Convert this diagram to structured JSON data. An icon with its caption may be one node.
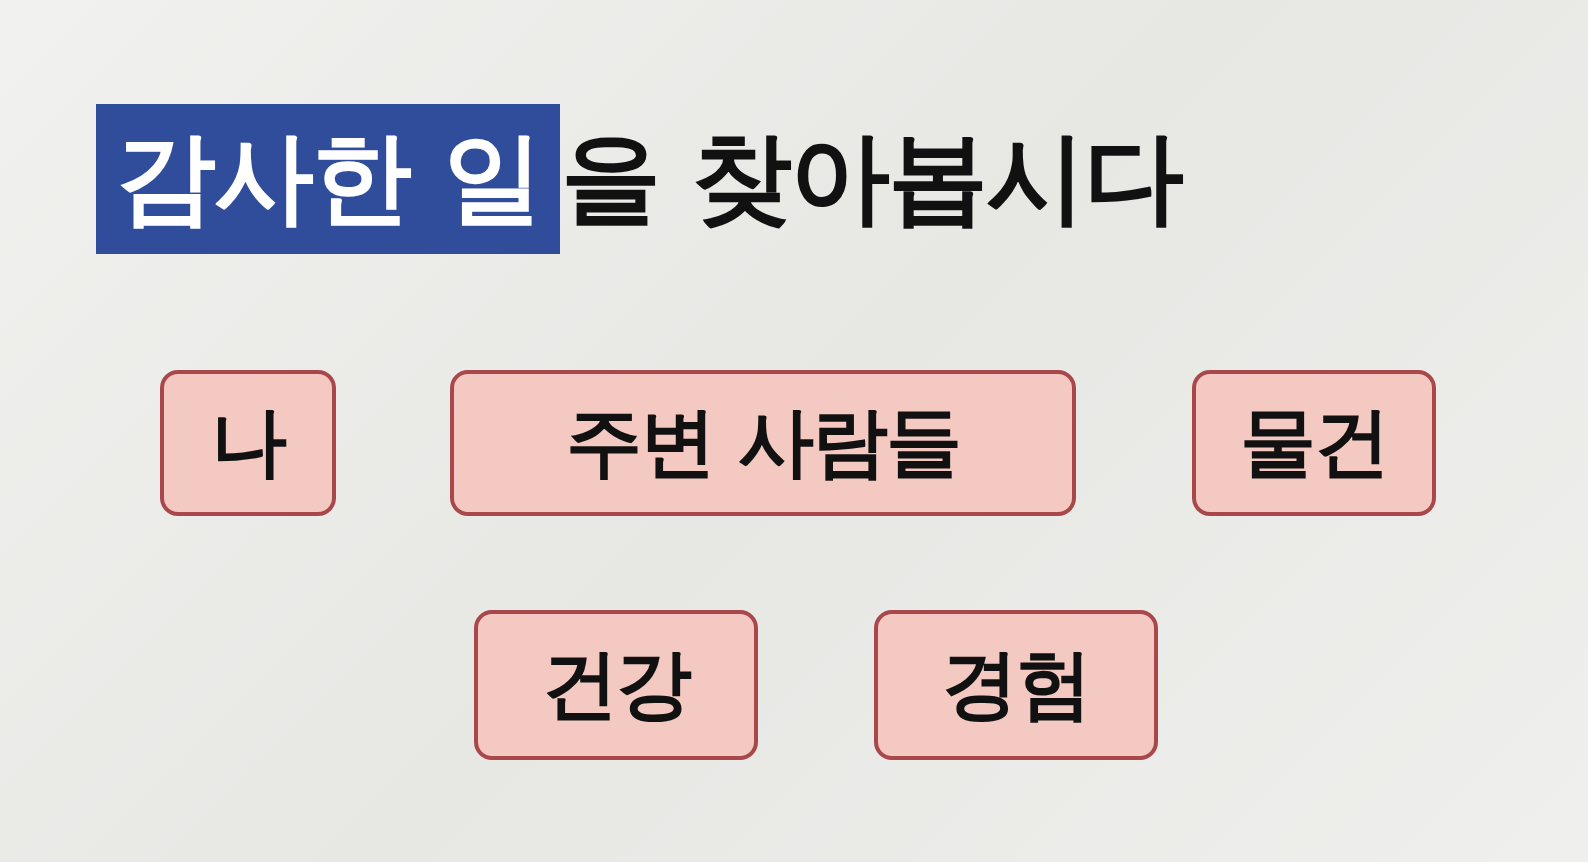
{
  "diagram": {
    "title": "**감사한 일**을 찾아봅시다",
    "nodes": [
      {
        "text": [
          "나"
        ]
      },
      {
        "text": [
          "주변 사람들"
        ]
      },
      {
        "text": [
          "물건"
        ]
      },
      {
        "text": [
          "건강"
        ]
      },
      {
        "text": [
          "경험"
        ]
      }
    ]
  }
}
